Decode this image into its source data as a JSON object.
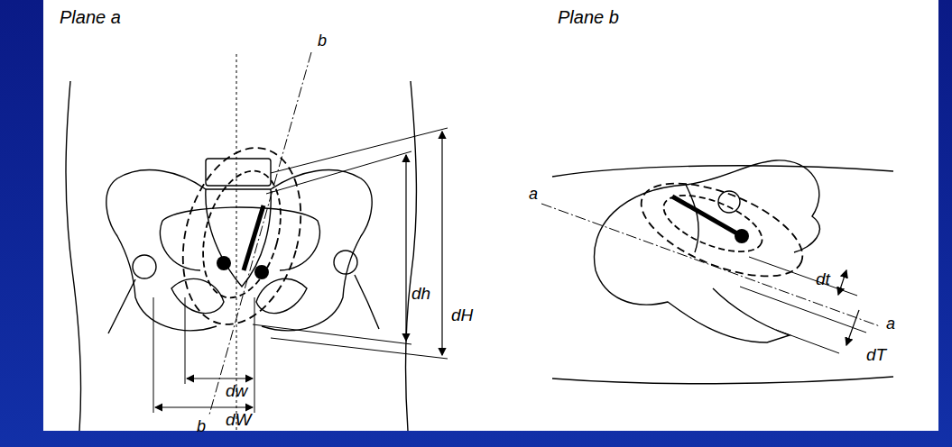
{
  "diagram": {
    "labels": [
      "Plane a",
      "Plane b",
      "b",
      "a",
      "dh",
      "dH",
      "dw",
      "dW",
      "b",
      "dt",
      "a",
      "dT"
    ]
  }
}
